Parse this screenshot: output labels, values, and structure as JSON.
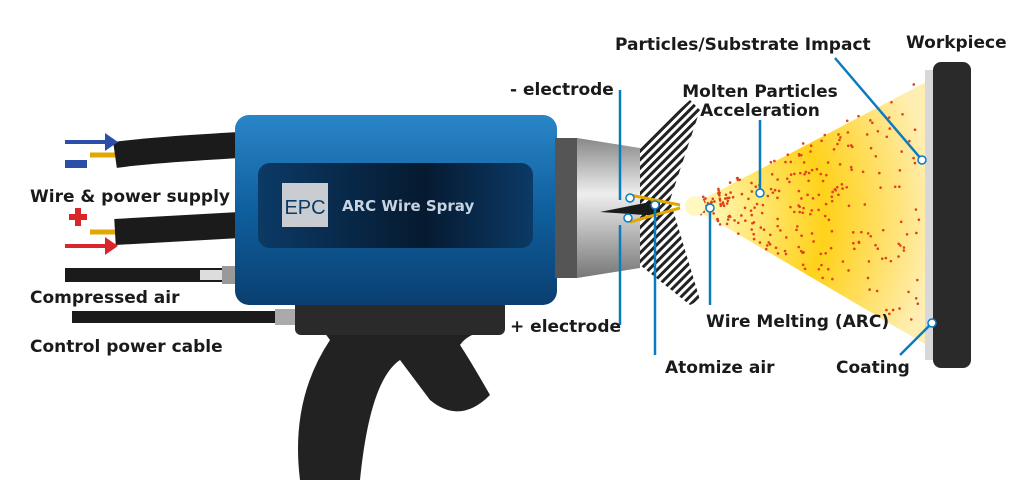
{
  "colors": {
    "body": "#0f5f9e",
    "leader": "#0b7bc0",
    "spray": "#ffc800",
    "particles": "#e0401a",
    "workpiece": "#2a2a2a"
  },
  "brand": {
    "logo": "EPC",
    "product": "ARC Wire Spray"
  },
  "labels": {
    "impact": "Particles/Substrate Impact",
    "workpiece": "Workpiece",
    "neg_electrode": "- electrode",
    "molten_1": "Molten Particles",
    "molten_2": "Acceleration",
    "wire_power": "Wire & power supply",
    "compressed_air": "Compressed air",
    "control_cable": "Control power cable",
    "pos_electrode": "+ electrode",
    "wire_melting": "Wire Melting (ARC)",
    "atomize_air": "Atomize air",
    "coating": "Coating"
  }
}
